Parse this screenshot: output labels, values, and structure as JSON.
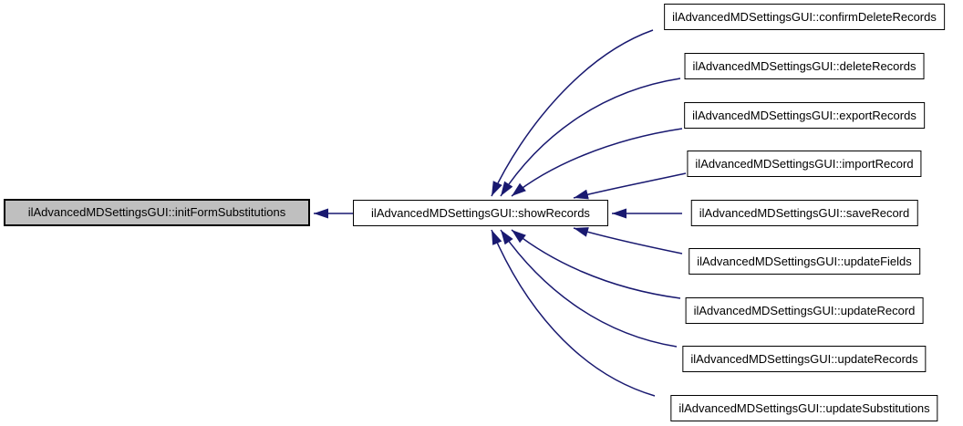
{
  "diagram": {
    "kind": "call-graph",
    "colors": {
      "background": "#ffffff",
      "edge": "#191970",
      "node_border": "#000000",
      "node_fill": "#ffffff",
      "focus_node_fill": "#bfbfbf",
      "text": "#000000"
    },
    "nodes": {
      "focus": {
        "label": "ilAdvancedMDSettingsGUI::initFormSubstitutions"
      },
      "callee": {
        "label": "ilAdvancedMDSettingsGUI::showRecords"
      },
      "callers": [
        {
          "label": "ilAdvancedMDSettingsGUI::confirmDeleteRecords"
        },
        {
          "label": "ilAdvancedMDSettingsGUI::deleteRecords"
        },
        {
          "label": "ilAdvancedMDSettingsGUI::exportRecords"
        },
        {
          "label": "ilAdvancedMDSettingsGUI::importRecord"
        },
        {
          "label": "ilAdvancedMDSettingsGUI::saveRecord"
        },
        {
          "label": "ilAdvancedMDSettingsGUI::updateFields"
        },
        {
          "label": "ilAdvancedMDSettingsGUI::updateRecord"
        },
        {
          "label": "ilAdvancedMDSettingsGUI::updateRecords"
        },
        {
          "label": "ilAdvancedMDSettingsGUI::updateSubstitutions"
        }
      ]
    },
    "edges": [
      {
        "from": "confirmDeleteRecords",
        "to": "showRecords"
      },
      {
        "from": "deleteRecords",
        "to": "showRecords"
      },
      {
        "from": "exportRecords",
        "to": "showRecords"
      },
      {
        "from": "importRecord",
        "to": "showRecords"
      },
      {
        "from": "saveRecord",
        "to": "showRecords"
      },
      {
        "from": "updateFields",
        "to": "showRecords"
      },
      {
        "from": "updateRecord",
        "to": "showRecords"
      },
      {
        "from": "updateRecords",
        "to": "showRecords"
      },
      {
        "from": "updateSubstitutions",
        "to": "showRecords"
      },
      {
        "from": "showRecords",
        "to": "initFormSubstitutions"
      }
    ]
  }
}
